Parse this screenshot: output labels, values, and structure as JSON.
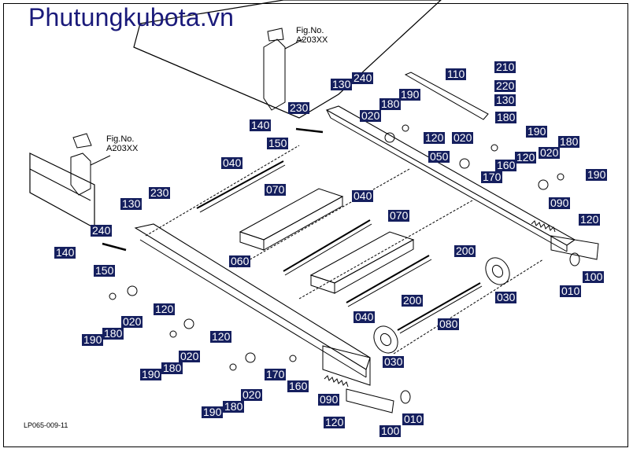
{
  "brand": "Phutungkubota.vn",
  "drawing_code": "LP065-009-11",
  "fig_refs": [
    {
      "line1": "Fig.No.",
      "line2": "A203XX"
    },
    {
      "line1": "Fig.No.",
      "line2": "A203XX"
    }
  ],
  "parts": {
    "p210": "210",
    "p110": "110",
    "p220": "220",
    "p130a": "130",
    "p130b": "130",
    "p240a": "240",
    "p230a": "230",
    "p180a": "180",
    "p190a": "190",
    "p020a": "020",
    "p140a": "140",
    "p120a": "120",
    "p020b": "020",
    "p180b": "180",
    "p190b": "190",
    "p150a": "150",
    "p050": "050",
    "p020c": "020",
    "p180c": "180",
    "p160a": "160",
    "p120b": "120",
    "p170a": "170",
    "p190c": "190",
    "p040a": "040",
    "p070a": "070",
    "p040b": "040",
    "p070b": "070",
    "p090a": "090",
    "p120c": "120",
    "p230b": "230",
    "p130c": "130",
    "p240b": "240",
    "p140b": "140",
    "p060": "060",
    "p200a": "200",
    "p100a": "100",
    "p150b": "150",
    "p010a": "010",
    "p120d": "120",
    "p030a": "030",
    "p200b": "200",
    "p190d": "190",
    "p180d": "180",
    "p020d": "020",
    "p040c": "040",
    "p080": "080",
    "p120e": "120",
    "p190e": "190",
    "p180e": "180",
    "p020e": "020",
    "p030b": "030",
    "p170b": "170",
    "p160b": "160",
    "p090b": "090",
    "p190f": "190",
    "p180f": "180",
    "p020f": "020",
    "p120f": "120",
    "p100b": "100",
    "p010b": "010"
  }
}
